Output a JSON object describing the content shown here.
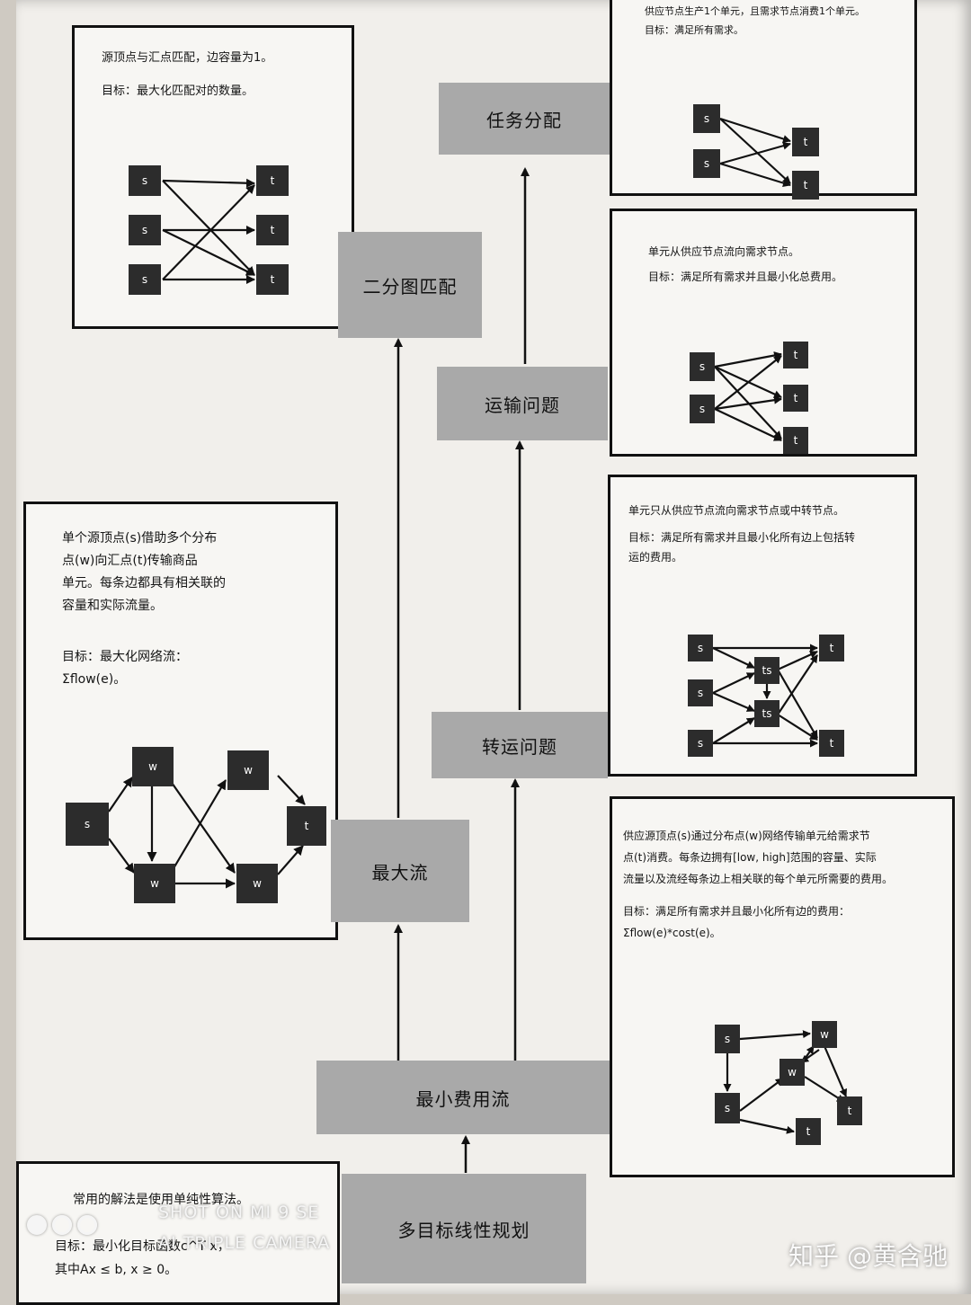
{
  "problems": {
    "task_assignment": "任务分配",
    "bipartite_matching": "二分图匹配",
    "transportation": "运输问题",
    "transshipment": "转运问题",
    "max_flow": "最大流",
    "min_cost_flow": "最小费用流",
    "multi_objective_lp": "多目标线性规划"
  },
  "cards": {
    "bipartite": {
      "line1": "源顶点与汇点匹配，边容量为1。",
      "goal": "目标：最大化匹配对的数量。",
      "nodes": [
        "s",
        "s",
        "s",
        "t",
        "t",
        "t"
      ]
    },
    "task": {
      "line1": "供应节点生产1个单元，且需求节点消费1个单元。",
      "goal": "目标：满足所有需求。",
      "nodes": [
        "s",
        "s",
        "t",
        "t"
      ]
    },
    "transport": {
      "line1": "单元从供应节点流向需求节点。",
      "goal": "目标：满足所有需求并且最小化总费用。",
      "nodes": [
        "s",
        "s",
        "t",
        "t",
        "t"
      ]
    },
    "transship": {
      "line1": "单元只从供应节点流向需求节点或中转节点。",
      "goal1": "目标：满足所有需求并且最小化所有边上包括转",
      "goal2": "运的费用。",
      "nodes": [
        "s",
        "s",
        "s",
        "ts",
        "ts",
        "t",
        "t"
      ]
    },
    "maxflow": {
      "line1": "单个源顶点(s)借助多个分布",
      "line2": "点(w)向汇点(t)传输商品",
      "line3": "单元。每条边都具有相关联的",
      "line4": "容量和实际流量。",
      "goal1": "目标：最大化网络流：",
      "goal2": "Σflow(e)。",
      "nodes": [
        "s",
        "w",
        "w",
        "w",
        "w",
        "t"
      ]
    },
    "mincost": {
      "line1": "供应源顶点(s)通过分布点(w)网络传输单元给需求节",
      "line2": "点(t)消费。每条边拥有[low, high]范围的容量、实际",
      "line3": "流量以及流经每条边上相关联的每个单元所需要的费用。",
      "goal1": "目标：满足所有需求并且最小化所有边的费用：",
      "goal2": "Σflow(e)*cost(e)。",
      "nodes": [
        "s",
        "w",
        "w",
        "s",
        "t",
        "t"
      ]
    },
    "lp": {
      "line1": "常用的解法是使用单纯性算法。",
      "goal1": "目标：最小化目标函数c^T x，",
      "goal2": "其中Ax ≤ b, x ≥ 0。"
    }
  },
  "watermark": {
    "line1": "SHOT ON MI 9 SE",
    "line2": "AI TRIPLE CAMERA",
    "credit": "知乎 @黄含驰"
  }
}
